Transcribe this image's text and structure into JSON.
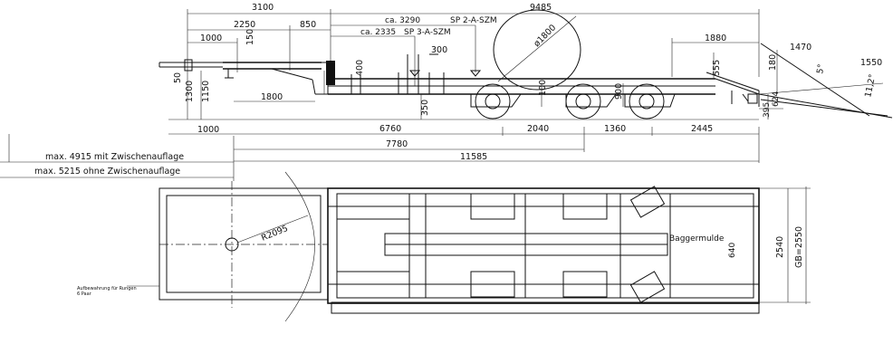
{
  "dims": {
    "d3100": "3100",
    "d9485": "9485",
    "d2250": "2250",
    "d850": "850",
    "ca3290": "ca. 3290",
    "sp2": "SP 2-A-SZM",
    "ca2335": "ca. 2335",
    "sp3": "SP 3-A-SZM",
    "d1000a": "1000",
    "d150": "150",
    "d300": "300",
    "dia1800": "ø1800",
    "d1880": "1880",
    "d1470": "1470",
    "d1550": "1550",
    "d50": "50",
    "d1300": "1300",
    "d1150": "1150",
    "d1800": "1800",
    "d400": "400",
    "d100": "100",
    "d900": "900",
    "d350": "350",
    "d555": "555",
    "d180": "180",
    "ang5": "5°",
    "ang112": "11,2°",
    "d395": "395",
    "d624": "624",
    "d1000b": "1000",
    "d6760": "6760",
    "d2040": "2040",
    "d1360": "1360",
    "d2445": "2445",
    "d7780": "7780",
    "d11585": "11585",
    "r2095": "R2095",
    "d640": "640",
    "d2540": "2540",
    "gb": "GB=2550"
  },
  "notes": {
    "max4915": "max. 4915 mit Zwischenauflage",
    "max5215": "max. 5215 ohne Zwischenauflage",
    "baggermulde": "Baggermulde",
    "aufbewahrung_1": "Aufbewahrung für Rungen",
    "aufbewahrung_2": "6 Paar"
  }
}
